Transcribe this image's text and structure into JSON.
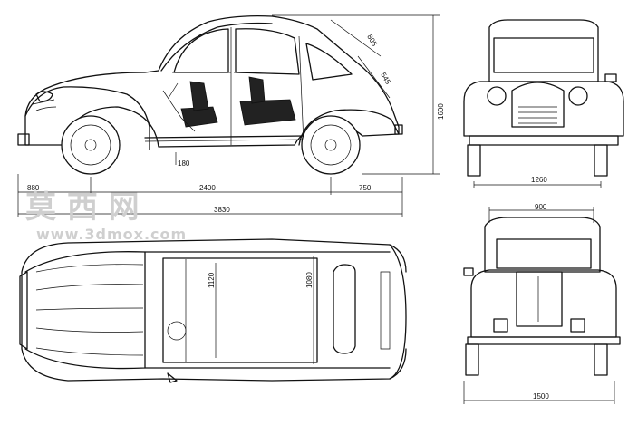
{
  "dimensions": {
    "roof_front": "805",
    "roof_rear": "545",
    "height": "1600",
    "ground_clearance": "180",
    "front_overhang": "880",
    "wheelbase": "2400",
    "rear_overhang": "750",
    "length": "3830",
    "front_track": "1260",
    "roof_width": "900",
    "cabin_length": "1120",
    "cabin_width": "1080",
    "overall_width": "1500"
  },
  "watermark": {
    "chinese": "莫 西 网",
    "url": "www.3dmox.com"
  }
}
